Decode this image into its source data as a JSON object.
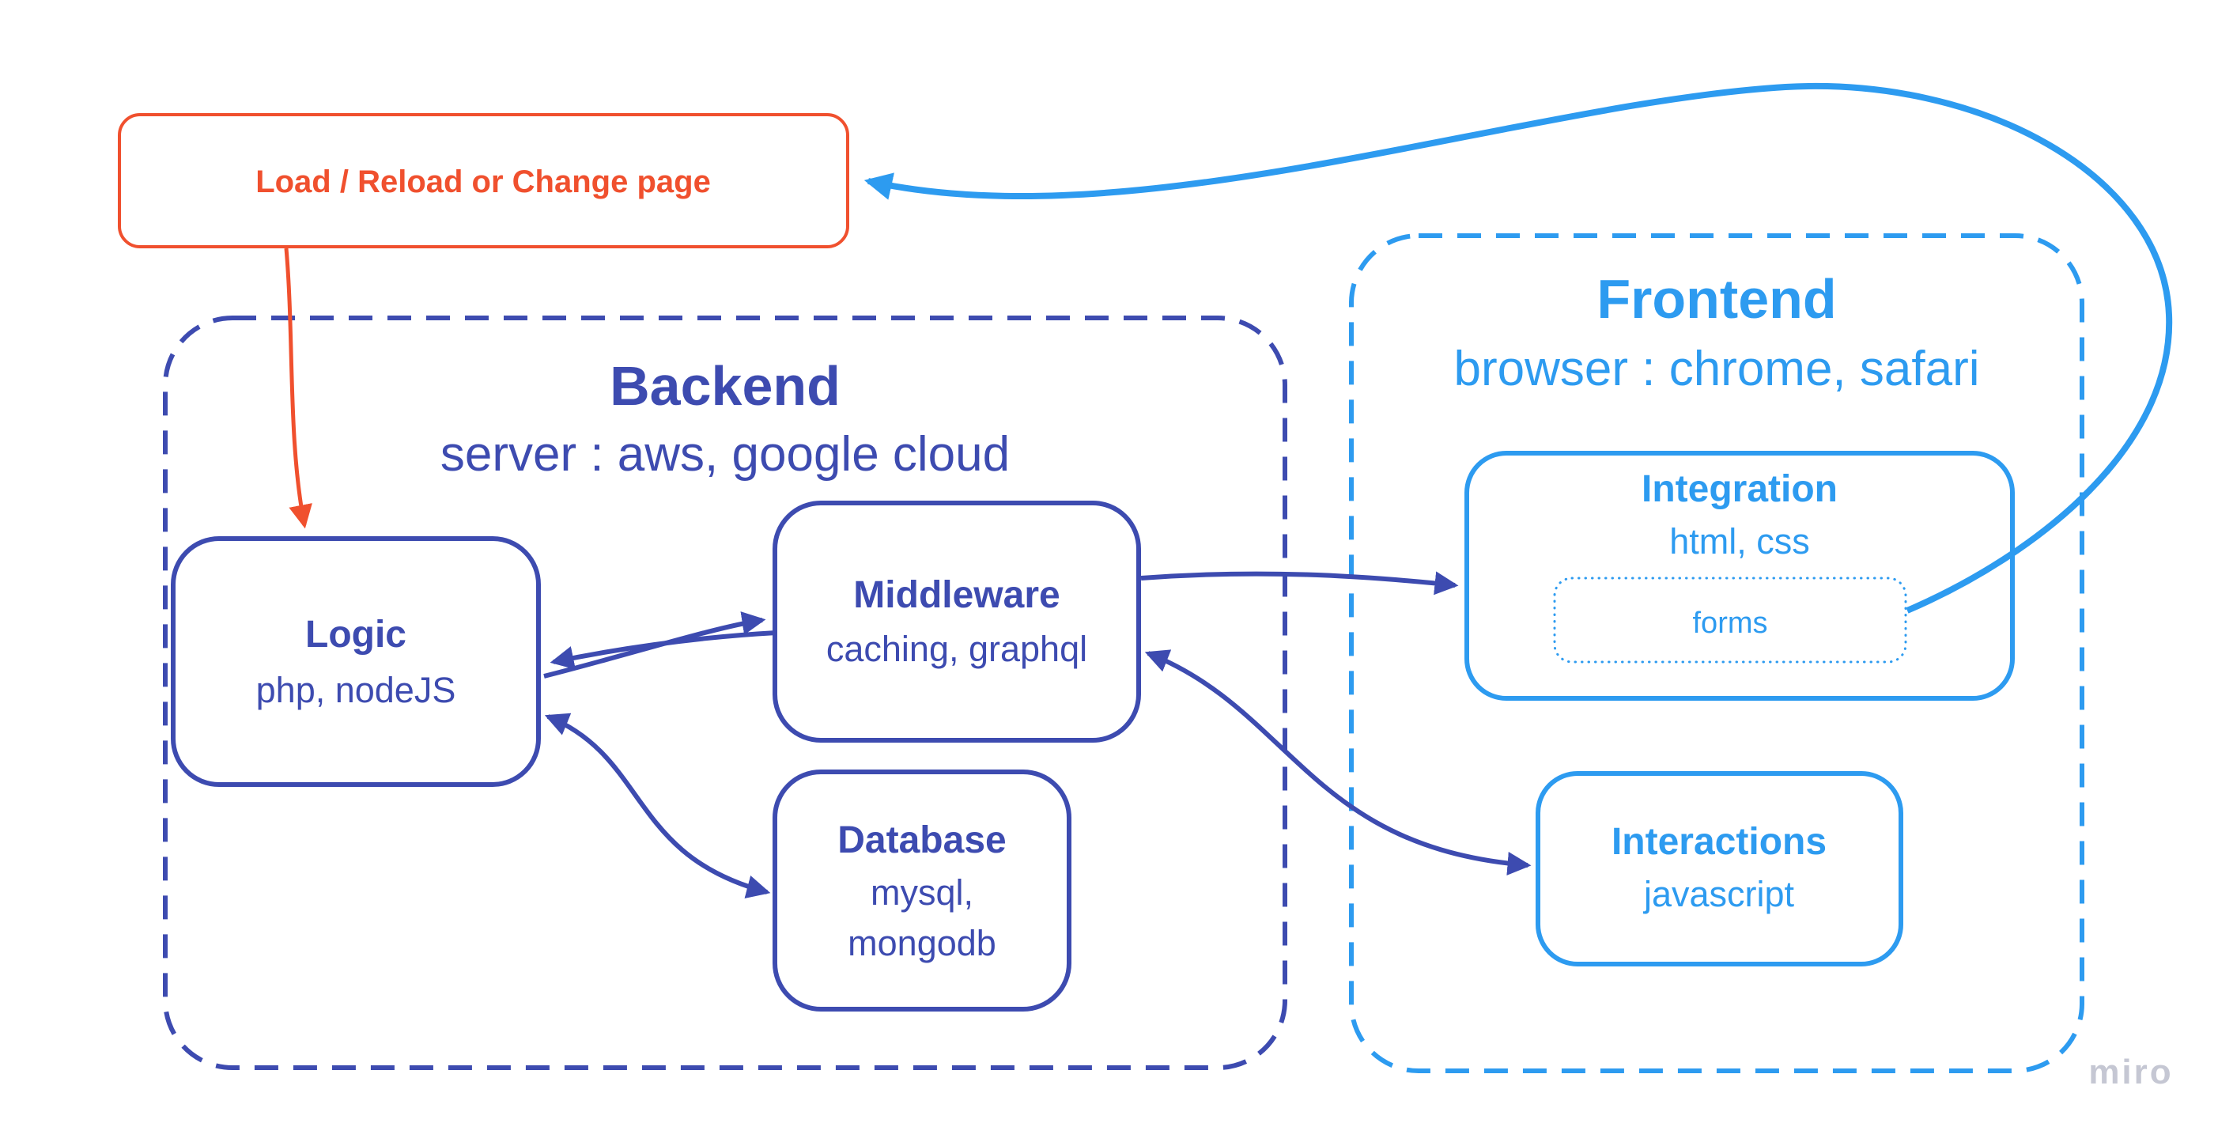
{
  "board": {
    "tool": "miro",
    "background": "#ffffff"
  },
  "colors": {
    "indigo": "#3D4BB0",
    "blue": "#2D9BF0",
    "red": "#F0502E",
    "watermark_gray": "#C5C7D3"
  },
  "nodes": {
    "load": {
      "label": "Load / Reload or Change page"
    },
    "backend": {
      "title": "Backend",
      "subtitle": "server : aws, google cloud"
    },
    "frontend": {
      "title": "Frontend",
      "subtitle": "browser : chrome, safari"
    },
    "logic": {
      "title": "Logic",
      "subtitle": "php, nodeJS"
    },
    "middleware": {
      "title": "Middleware",
      "subtitle": "caching, graphql"
    },
    "database": {
      "title": "Database",
      "subtitle_lines": [
        "mysql,",
        "mongodb"
      ]
    },
    "integration": {
      "title": "Integration",
      "subtitle": "html, css"
    },
    "forms": {
      "label": "forms"
    },
    "interactions": {
      "title": "Interactions",
      "subtitle": "javascript"
    }
  },
  "edges": [
    {
      "id": "load-to-logic",
      "from": "load",
      "to": "logic",
      "color": "red",
      "arrows": "end"
    },
    {
      "id": "logic-to-middleware",
      "from": "logic",
      "to": "middleware",
      "color": "indigo",
      "arrows": "end"
    },
    {
      "id": "middleware-to-logic",
      "from": "middleware",
      "to": "logic",
      "color": "indigo",
      "arrows": "end"
    },
    {
      "id": "logic-database",
      "from": "logic",
      "to": "database",
      "color": "indigo",
      "arrows": "both"
    },
    {
      "id": "middleware-to-integration",
      "from": "middleware",
      "to": "integration",
      "color": "indigo",
      "arrows": "end"
    },
    {
      "id": "middleware-interactions",
      "from": "middleware",
      "to": "interactions",
      "color": "indigo",
      "arrows": "both"
    },
    {
      "id": "forms-to-load",
      "from": "forms",
      "to": "load",
      "color": "blue",
      "arrows": "end"
    }
  ],
  "watermark": {
    "label": "miro"
  }
}
